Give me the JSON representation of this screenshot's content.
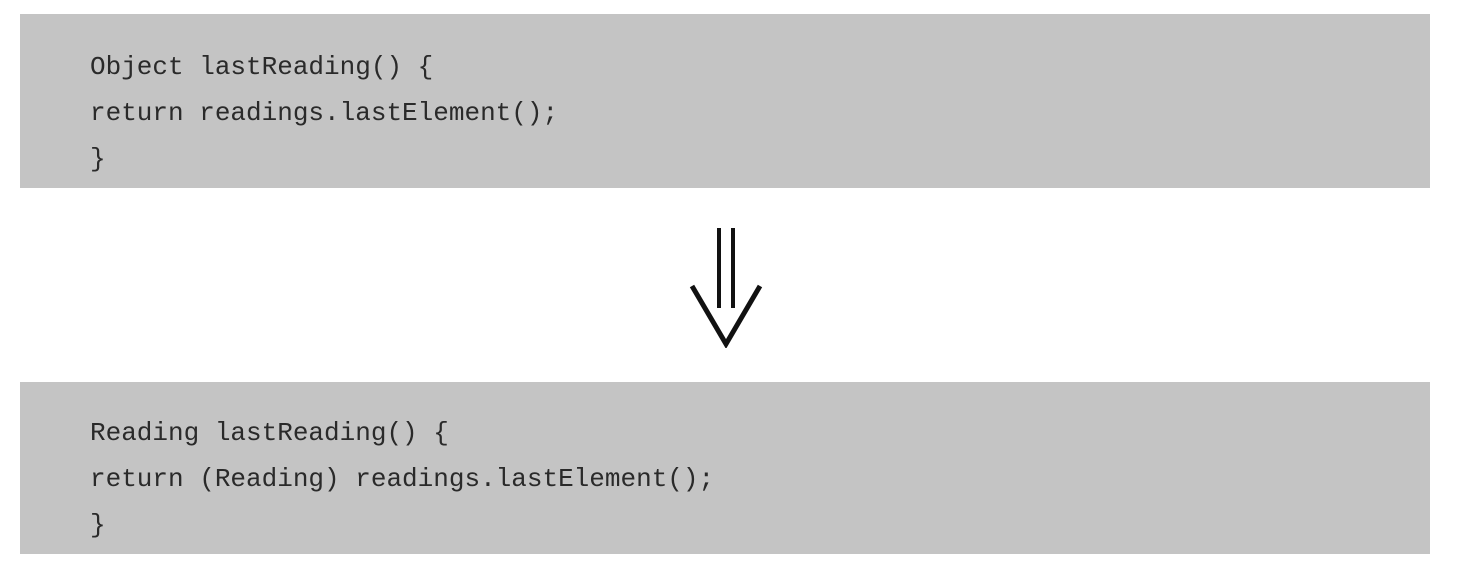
{
  "before": {
    "lines": [
      "Object lastReading() {",
      "return readings.lastElement();",
      "}"
    ]
  },
  "after": {
    "lines": [
      "Reading lastReading() {",
      "return (Reading) readings.lastElement();",
      "}"
    ]
  },
  "arrow": {
    "icon": "double-down-arrow-icon"
  },
  "colors": {
    "code_background": "#c4c4c4",
    "text": "#2a2a2a"
  }
}
